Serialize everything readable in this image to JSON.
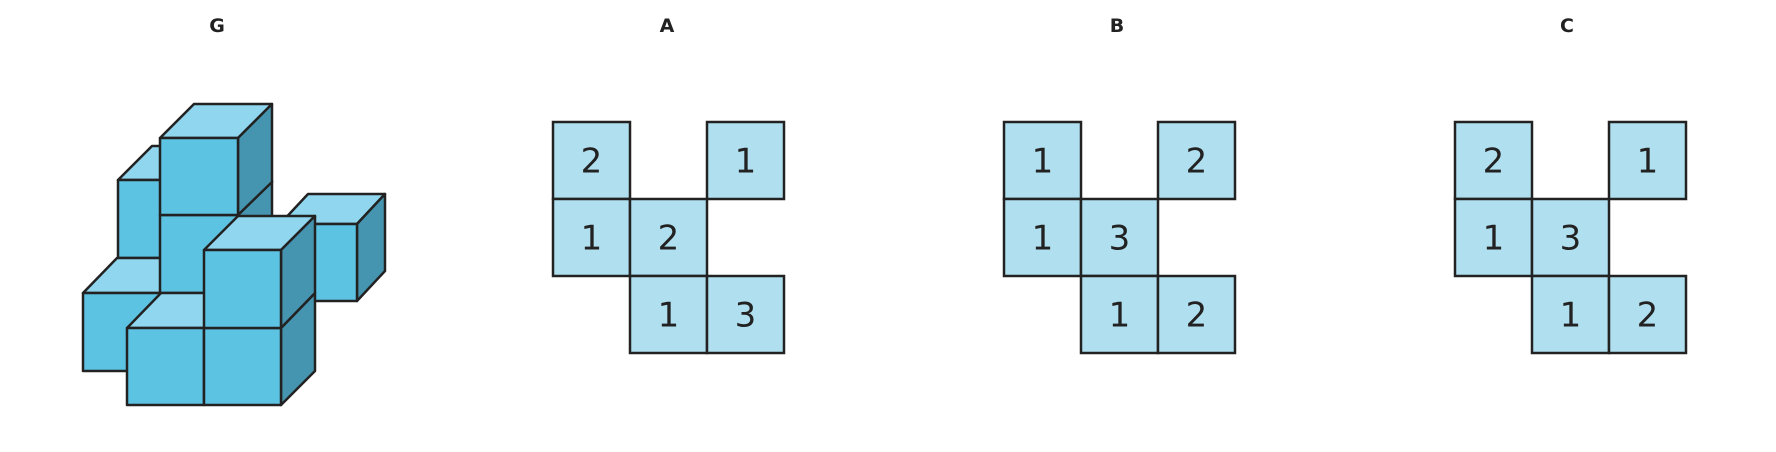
{
  "panels": [
    {
      "label": "G"
    },
    {
      "label": "A",
      "grid": [
        [
          "2",
          "",
          "1"
        ],
        [
          "1",
          "2",
          ""
        ],
        [
          "",
          "1",
          "3"
        ]
      ]
    },
    {
      "label": "B",
      "grid": [
        [
          "1",
          "",
          "2"
        ],
        [
          "1",
          "3",
          ""
        ],
        [
          "",
          "1",
          "2"
        ]
      ]
    },
    {
      "label": "C",
      "grid": [
        [
          "2",
          "",
          "1"
        ],
        [
          "1",
          "3",
          ""
        ],
        [
          "",
          "1",
          "2"
        ]
      ]
    }
  ],
  "colors": {
    "cube_front": "#5cc3e3",
    "cube_top": "#8fd6ee",
    "cube_side": "#4695b0",
    "cell_fill": "#b0e0ef",
    "outline": "#222222"
  }
}
